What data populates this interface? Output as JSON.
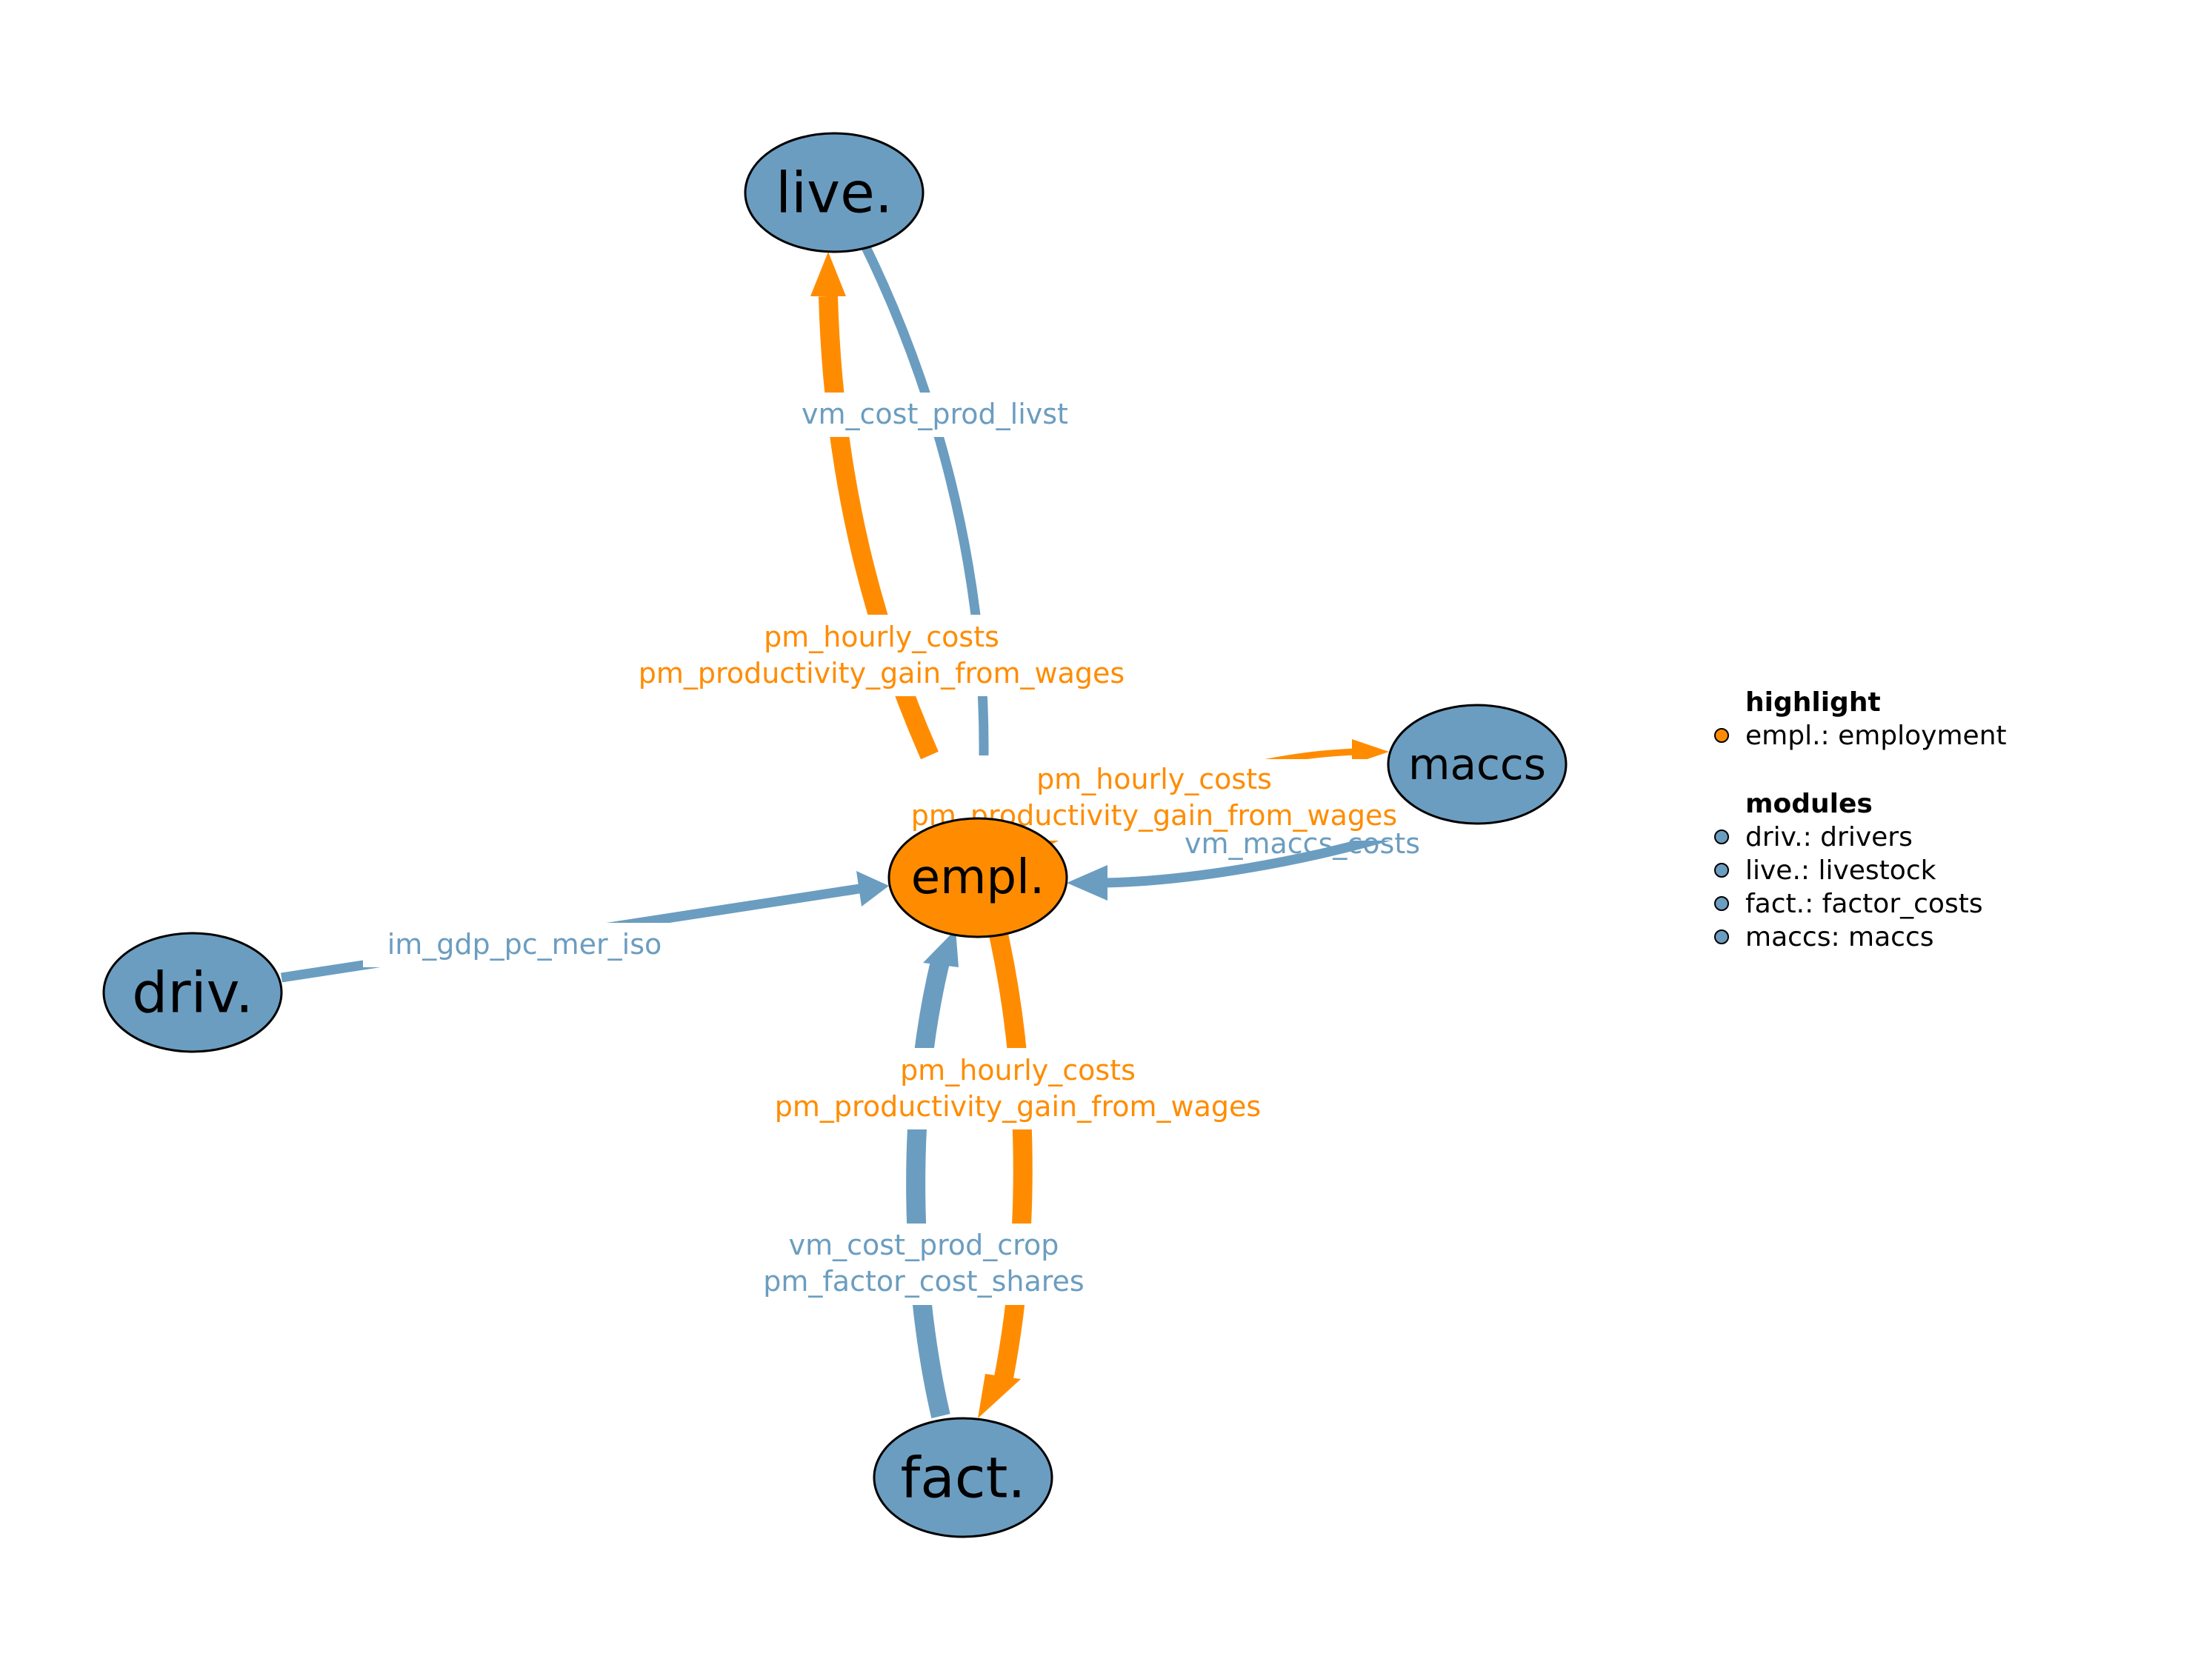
{
  "colors": {
    "highlight": "#ff8c00",
    "module": "#6b9dc0",
    "outline": "#000000",
    "background": "#ffffff"
  },
  "nodes": {
    "live": "live.",
    "empl": "empl.",
    "maccs": "maccs",
    "driv": "driv.",
    "fact": "fact."
  },
  "edges": {
    "empl_to_live": [
      "pm_hourly_costs",
      "pm_productivity_gain_from_wages"
    ],
    "live_to_empl": [
      "vm_cost_prod_livst"
    ],
    "empl_to_maccs": [
      "pm_hourly_costs",
      "pm_productivity_gain_from_wages"
    ],
    "maccs_to_empl": [
      "vm_maccs_costs"
    ],
    "driv_to_empl": [
      "im_gdp_pc_mer_iso"
    ],
    "empl_to_fact": [
      "pm_hourly_costs",
      "pm_productivity_gain_from_wages"
    ],
    "fact_to_empl": [
      "vm_cost_prod_crop",
      "pm_factor_cost_shares"
    ]
  },
  "legend": {
    "highlight_title": "highlight",
    "highlight_items": [
      "empl.: employment"
    ],
    "modules_title": "modules",
    "module_items": [
      "driv.: drivers",
      "live.: livestock",
      "fact.: factor_costs",
      "maccs: maccs"
    ]
  }
}
